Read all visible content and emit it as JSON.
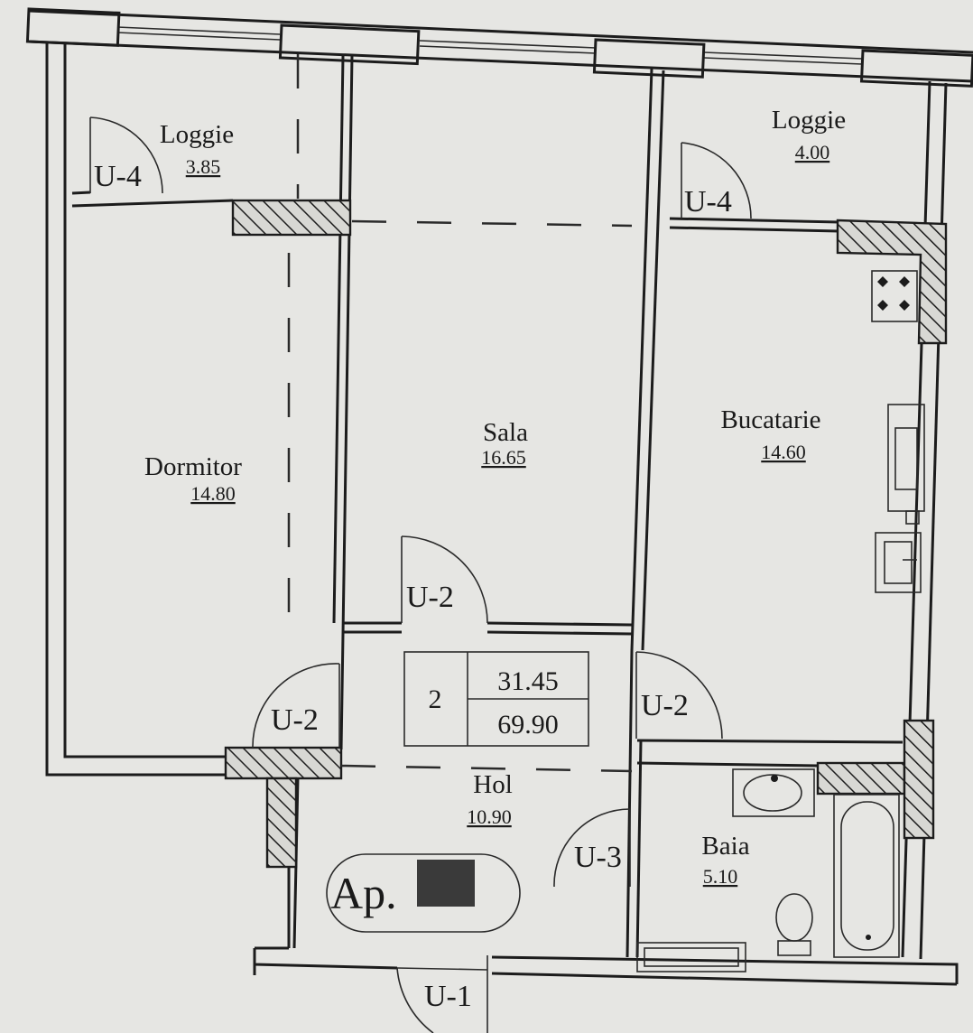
{
  "rooms": {
    "loggie_left": {
      "name": "Loggie",
      "area": "3.85"
    },
    "loggie_right": {
      "name": "Loggie",
      "area": "4.00"
    },
    "dormitor": {
      "name": "Dormitor",
      "area": "14.80"
    },
    "sala": {
      "name": "Sala",
      "area": "16.65"
    },
    "bucatarie": {
      "name": "Bucatarie",
      "area": "14.60"
    },
    "hol": {
      "name": "Hol",
      "area": "10.90"
    },
    "baia": {
      "name": "Baia",
      "area": "5.10"
    }
  },
  "doors": {
    "loggie_left": "U-4",
    "loggie_right": "U-4",
    "sala": "U-2",
    "dormitor": "U-2",
    "bucatarie": "U-2",
    "baia": "U-3",
    "entrance": "U-1"
  },
  "summary": {
    "rooms_count": "2",
    "living_area": "31.45",
    "total_area": "69.90"
  },
  "apartment": {
    "label": "Ap."
  }
}
